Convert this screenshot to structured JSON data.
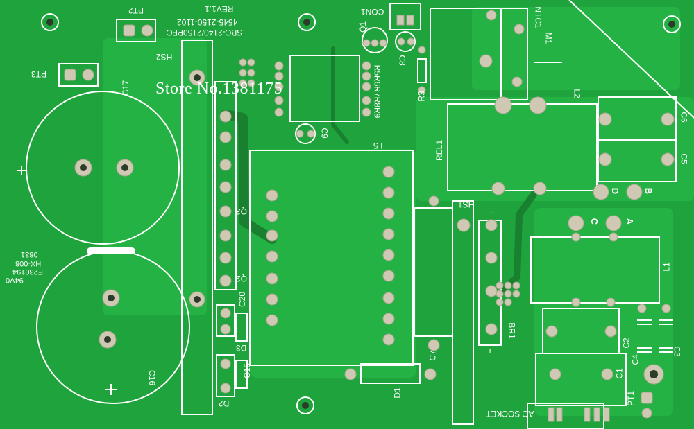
{
  "watermark": "Store No.1381175",
  "labels": {
    "pt2": "PT2",
    "pt3": "PT3",
    "pt1": "PT1",
    "c17": "C17",
    "c16": "C16",
    "hs2": "HS2",
    "hs1": "HS1",
    "board_id_1": "SBC-2140/2150PFC",
    "board_id_2": "4545-2150-1102",
    "revision": "REV1.1",
    "con1": "CON1",
    "q1": "Q1",
    "c8": "C8",
    "r3": "R3",
    "ntc1": "NTC1",
    "m1": "M1",
    "l2": "L2",
    "c6": "C6",
    "c5": "C5",
    "rel1": "REL1",
    "l5": "L5",
    "r_group": "R5R6R7R8R9",
    "c9": "C9",
    "q3": "Q3",
    "q2": "Q2",
    "c20": "C20",
    "d3": "D3",
    "c15": "C15",
    "d2": "D2",
    "d1": "D1",
    "c7": "C7",
    "br1": "BR1",
    "l1": "L1",
    "c2": "C2",
    "c4": "C4",
    "c3": "C3",
    "c1": "C1",
    "ac_socket": "AC SOCKET",
    "d_pad": "D",
    "b_pad": "B",
    "c_pad": "C",
    "a_pad": "A",
    "ul_mark": "94V0",
    "ul_code": "E230194",
    "hx_code": "HX-008",
    "date_code": "0831",
    "plus": "+",
    "minus": "-"
  },
  "colors": {
    "board": "#1fa33c",
    "silkscreen": "#ffffff",
    "pad": "#cfc9b4",
    "trace": "#18802f"
  }
}
